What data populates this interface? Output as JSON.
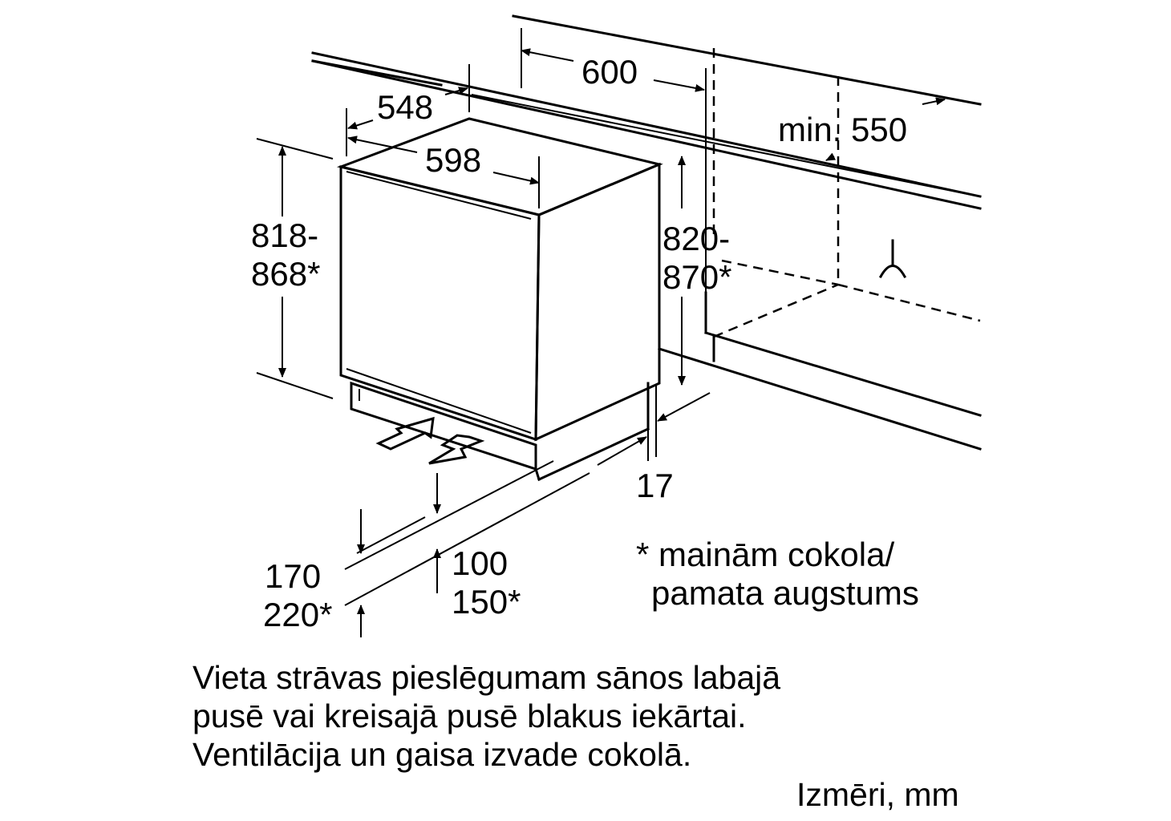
{
  "dimensions": {
    "width_top": "600",
    "depth": "548",
    "width": "598",
    "min_depth": "min. 550",
    "height_left_1": "818-",
    "height_left_2": "868*",
    "height_right_1": "820-",
    "height_right_2": "870*",
    "gap": "17",
    "plinth_depth_1": "170",
    "plinth_depth_2": "220*",
    "plinth_height_1": "100",
    "plinth_height_2": "150*"
  },
  "footnote": [
    "* mainām cokola/",
    "pamata augstums"
  ],
  "notes": [
    "Vieta strāvas pieslēgumam sānos labajā",
    "pusē vai kreisajā pusē blakus iekārtai.",
    "Ventilācija un gaisa izvade cokolā."
  ],
  "units": "Izmēri, mm"
}
